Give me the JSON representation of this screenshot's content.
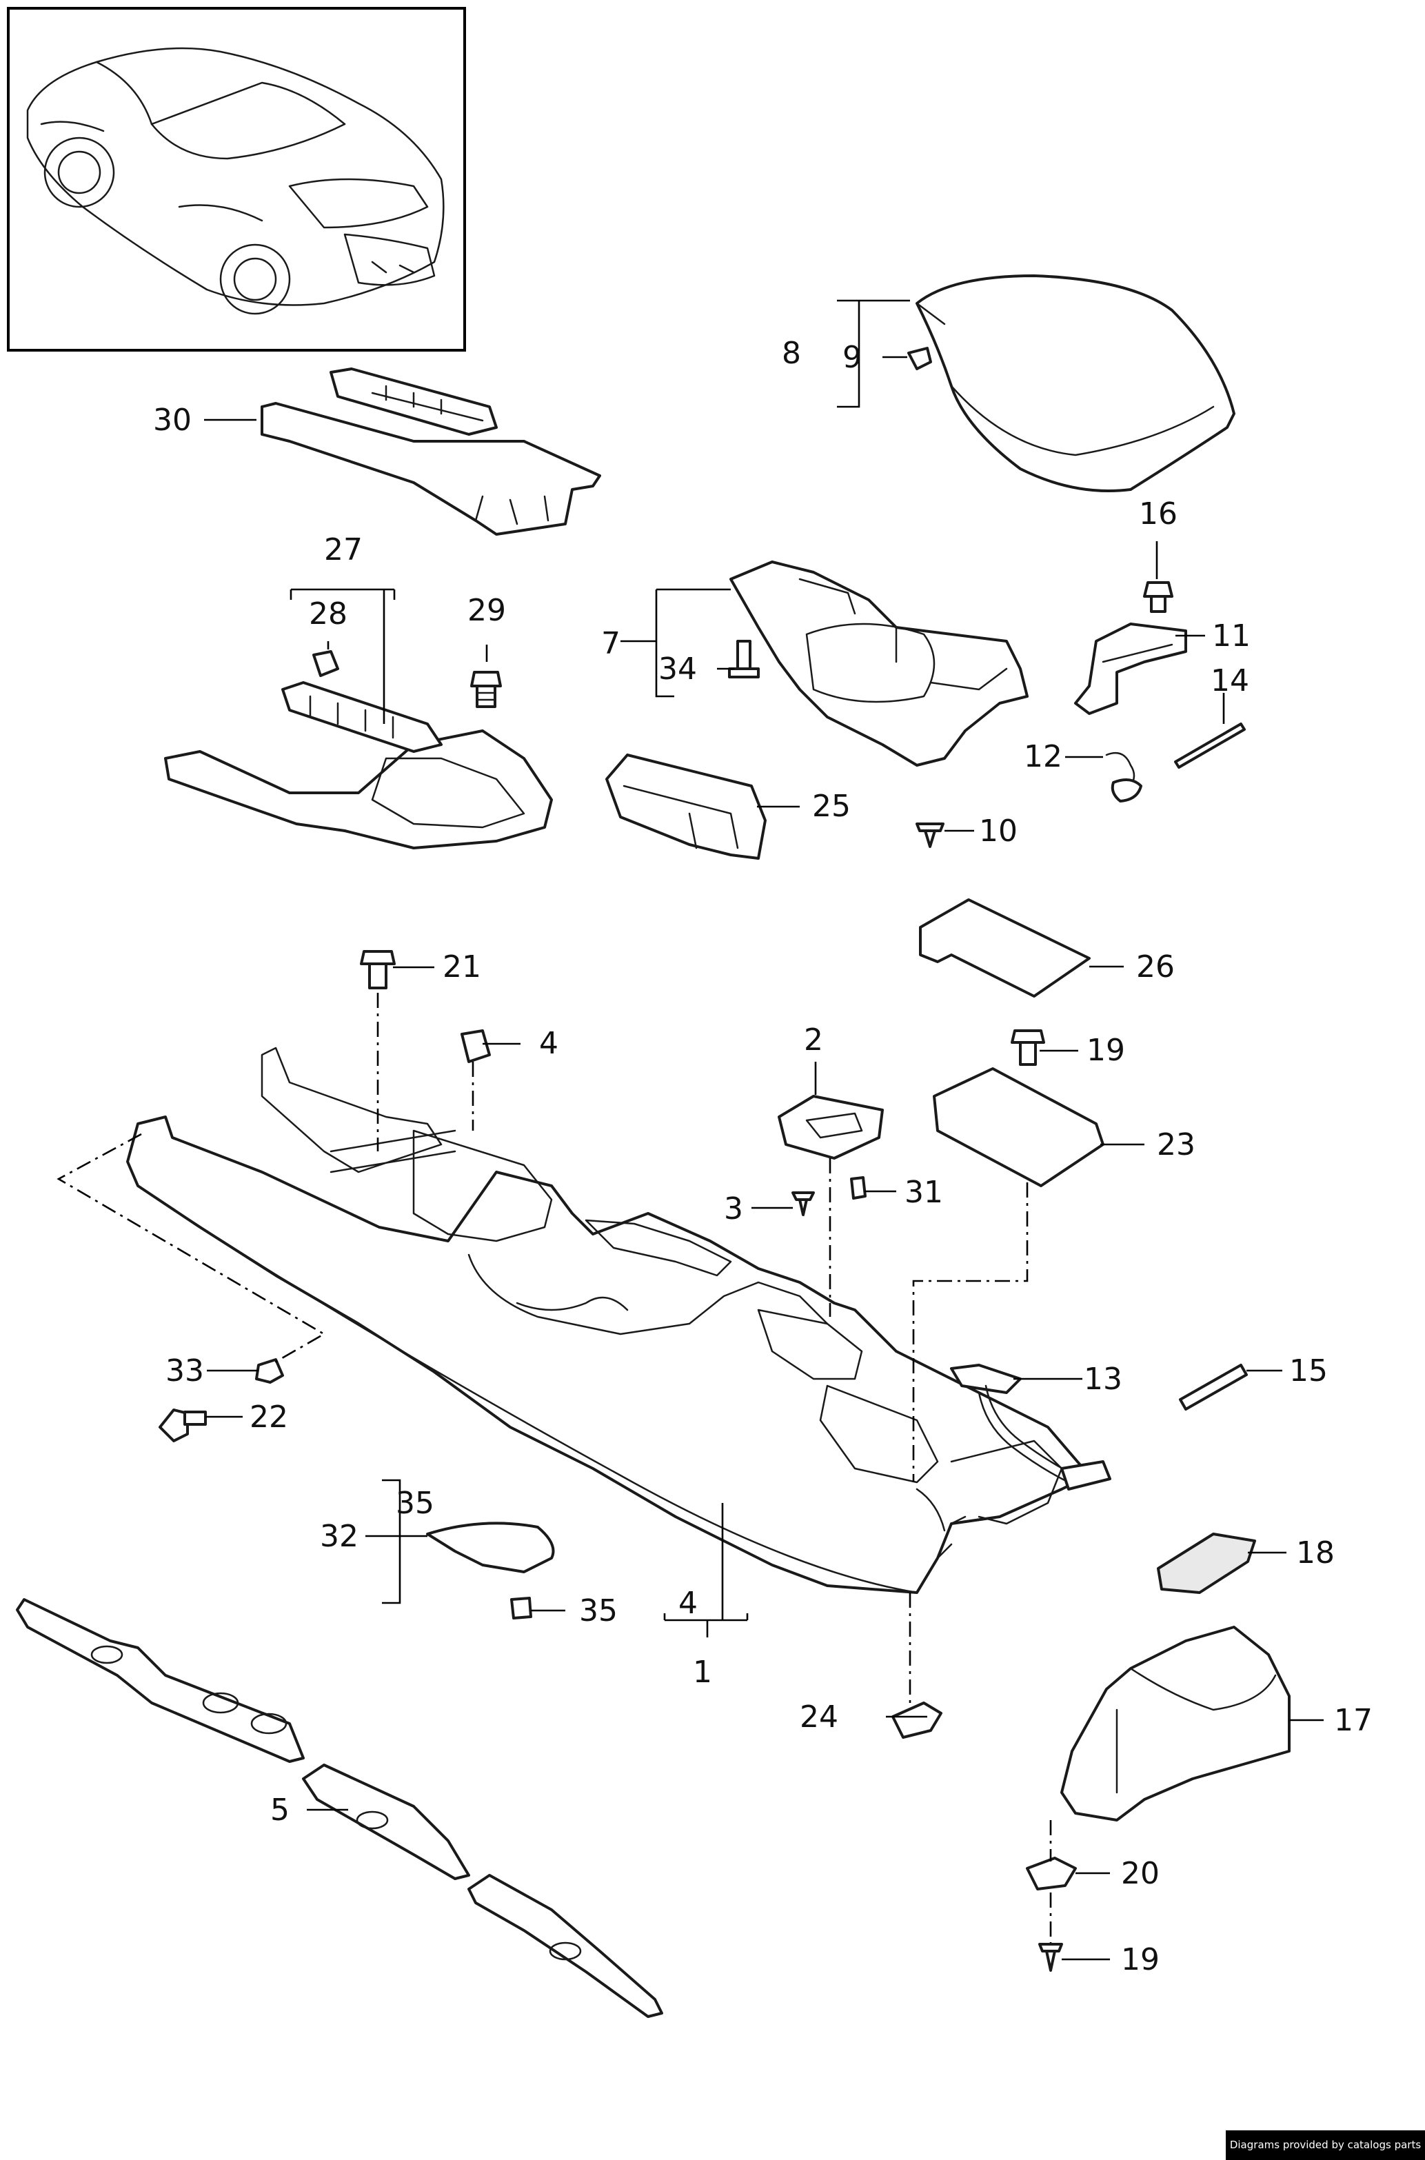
{
  "labels": {
    "l1": "1",
    "l2": "2",
    "l3": "3",
    "l4a": "4",
    "l4b": "4",
    "l5": "5",
    "l7": "7",
    "l8": "8",
    "l9": "9",
    "l10": "10",
    "l11": "11",
    "l12": "12",
    "l13": "13",
    "l14": "14",
    "l15": "15",
    "l16": "16",
    "l17": "17",
    "l18": "18",
    "l19a": "19",
    "l19b": "19",
    "l20": "20",
    "l21": "21",
    "l22": "22",
    "l23": "23",
    "l24": "24",
    "l25": "25",
    "l26": "26",
    "l27": "27",
    "l28": "28",
    "l29": "29",
    "l30": "30",
    "l31": "31",
    "l32": "32",
    "l33": "33",
    "l34": "34",
    "l35a": "35",
    "l35b": "35"
  },
  "credit": "Diagrams provided by catalogs parts",
  "colors": {
    "ink": "#1a1a1a",
    "background": "#ffffff",
    "credit_bg": "#000000"
  }
}
